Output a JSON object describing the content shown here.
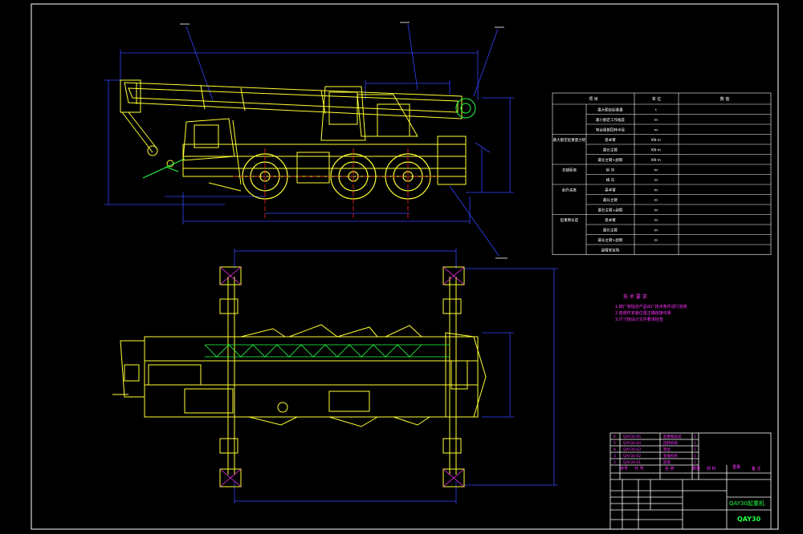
{
  "colors": {
    "background": "#000000",
    "frame": "#ffffff",
    "yellow": "#ffff33",
    "blue": "#3344ff",
    "red": "#ff2222",
    "green": "#22ff44",
    "cyan": "#33ffff",
    "magenta": "#ff33ff"
  },
  "spec_table": {
    "headers": [
      "项 目",
      "单 位",
      "数 值"
    ],
    "rows": [
      {
        "group": "",
        "item": "最大额定起重量",
        "unit": "t"
      },
      {
        "group": "",
        "item": "最小额定工作幅度",
        "unit": "m"
      },
      {
        "group": "",
        "item": "转台尾部回转半径",
        "unit": "m"
      },
      {
        "group": "最大额定起重量力矩",
        "item": "基本臂",
        "unit": "KN·m"
      },
      {
        "group": "",
        "item": "最长主臂",
        "unit": "KN·m"
      },
      {
        "group": "",
        "item": "最长主臂+副臂",
        "unit": "KN·m"
      },
      {
        "group": "支腿距离",
        "item": "纵 向",
        "unit": "m"
      },
      {
        "group": "",
        "item": "横 向",
        "unit": "m"
      },
      {
        "group": "起升高度",
        "item": "基本臂",
        "unit": "m"
      },
      {
        "group": "",
        "item": "最长主臂",
        "unit": "m"
      },
      {
        "group": "",
        "item": "最长主臂+副臂",
        "unit": "m"
      },
      {
        "group": "起重臂长度",
        "item": "基本臂",
        "unit": "m"
      },
      {
        "group": "",
        "item": "最长主臂",
        "unit": "m"
      },
      {
        "group": "",
        "item": "最长主臂+副臂",
        "unit": "m"
      },
      {
        "group": "",
        "item": "副臂安装角",
        "unit": ""
      }
    ]
  },
  "tech_requirements": {
    "title": "技 术 要 求",
    "lines": [
      "1.按厂家指定产品出厂技术条件进行验收",
      "2.各部件安装位置正确连接可靠",
      "3.尺寸按设计文件要求检查"
    ]
  },
  "parts_list": {
    "rows": [
      {
        "no": "6",
        "code": "QAY30-05",
        "name": "起重臂总成",
        "qty": "1"
      },
      {
        "no": "5",
        "code": "QAY30-04",
        "name": "回转机构",
        "qty": "1"
      },
      {
        "no": "4",
        "code": "QAY30-03",
        "name": "转台",
        "qty": "1"
      },
      {
        "no": "3",
        "code": "QAY30-02",
        "name": "变幅机构",
        "qty": "1"
      },
      {
        "no": "2",
        "code": "QAY30-01",
        "name": "底盘",
        "qty": "1"
      }
    ],
    "header": {
      "no": "序号",
      "code": "代 号",
      "name": "名 称",
      "qty": "数量",
      "material": "材 料",
      "weight": "重量",
      "note": "备 注"
    }
  },
  "title_block": {
    "drawing_name": "QAY30起重机",
    "drawing_code": "QAY30"
  }
}
